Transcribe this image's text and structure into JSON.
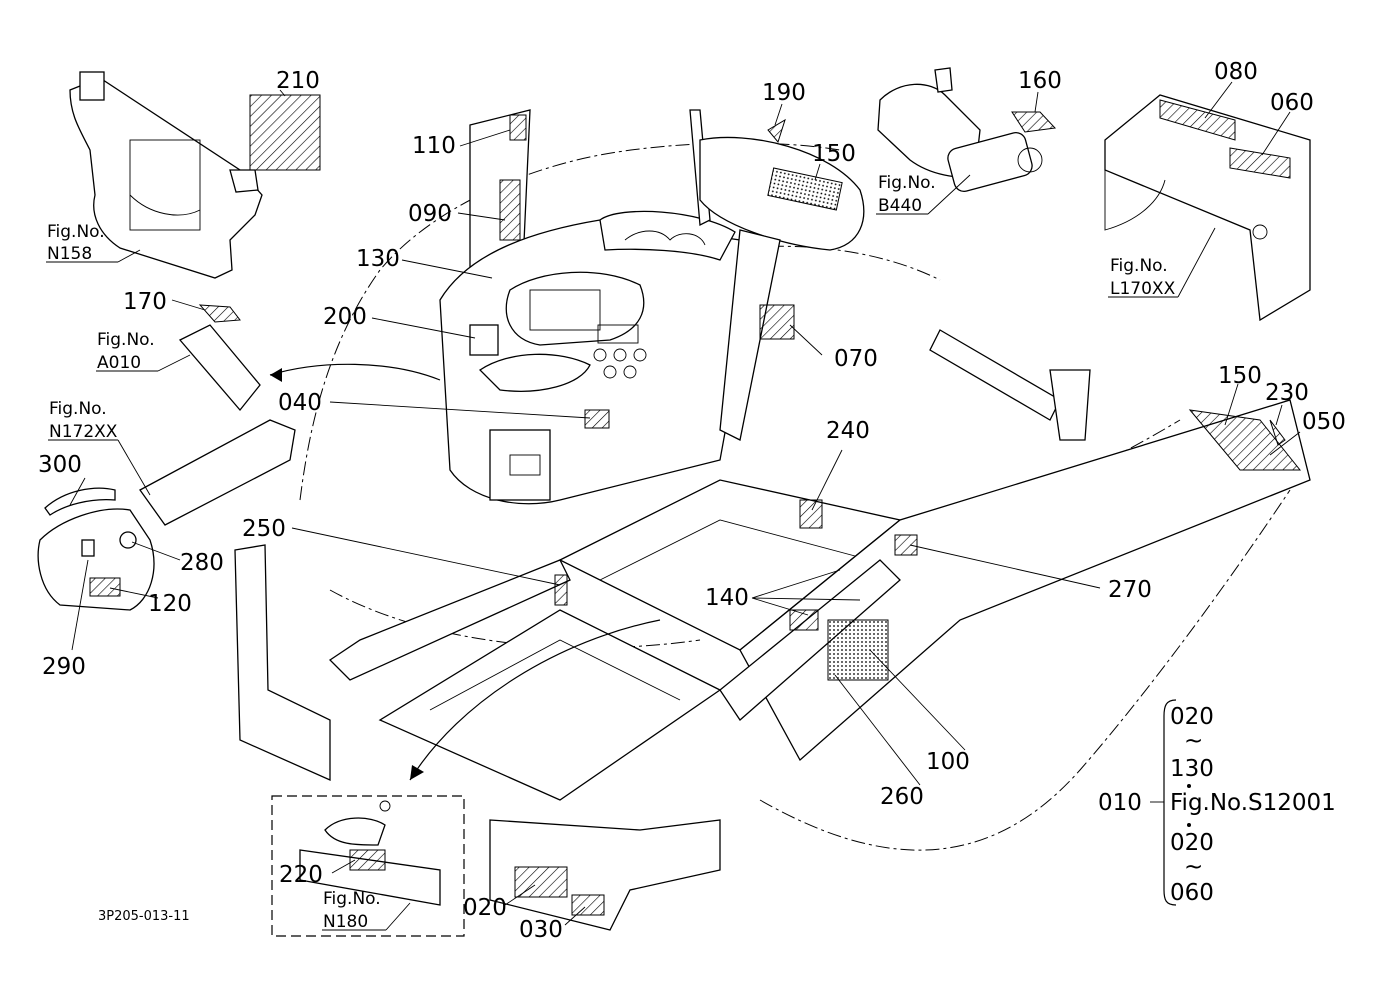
{
  "drawing_code": "3P205-013-11",
  "callouts": {
    "c210": "210",
    "c110": "110",
    "c090": "090",
    "c130": "130",
    "c170": "170",
    "c200": "200",
    "c040": "040",
    "c300": "300",
    "c280": "280",
    "c120": "120",
    "c290": "290",
    "c250": "250",
    "c240": "240",
    "c190": "190",
    "c150a": "150",
    "c160": "160",
    "c080": "080",
    "c060": "060",
    "c070": "070",
    "c150b": "150",
    "c230": "230",
    "c050": "050",
    "c270": "270",
    "c140": "140",
    "c100": "100",
    "c260": "260",
    "c220": "220",
    "c020": "020",
    "c030": "030"
  },
  "figure_refs": {
    "n158": {
      "label": "Fig.No.",
      "code": "N158"
    },
    "a010": {
      "label": "Fig.No.",
      "code": "A010"
    },
    "n172": {
      "label": "Fig.No.",
      "code": "N172XX"
    },
    "b440": {
      "label": "Fig.No.",
      "code": "B440"
    },
    "l170": {
      "label": "Fig.No.",
      "code": "L170XX"
    },
    "n180": {
      "label": "Fig.No.",
      "code": "N180"
    }
  },
  "assembly_legend": {
    "parent": "010",
    "reference": "Fig.No.S12001",
    "group1_from": "020",
    "group1_to": "130",
    "group2_from": "020",
    "group2_to": "060",
    "range_mark": "~"
  }
}
